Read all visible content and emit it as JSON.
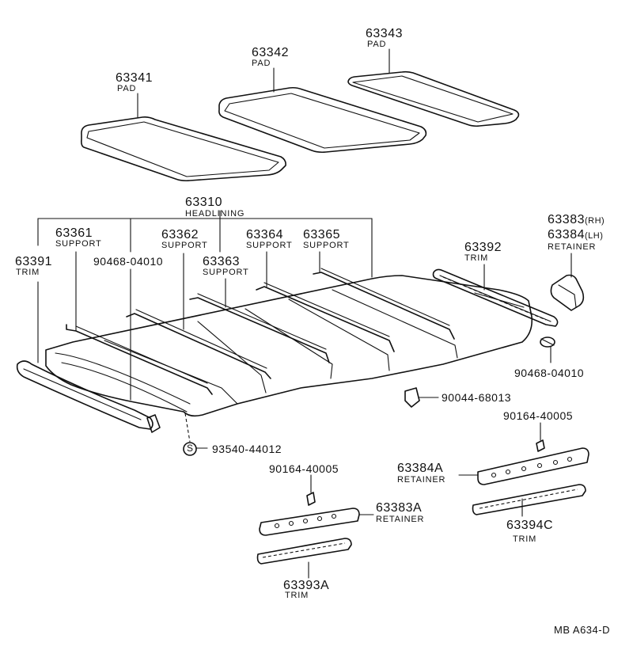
{
  "labels": {
    "headlining": {
      "number": "63310",
      "name": "HEADLINING"
    },
    "pad_63341": {
      "number": "63341",
      "name": "PAD"
    },
    "pad_63342": {
      "number": "63342",
      "name": "PAD"
    },
    "pad_63343": {
      "number": "63343",
      "name": "PAD"
    },
    "support_63361": {
      "number": "63361",
      "name": "SUPPORT"
    },
    "support_63362": {
      "number": "63362",
      "name": "SUPPORT"
    },
    "support_63363": {
      "number": "63363",
      "name": "SUPPORT"
    },
    "support_63364": {
      "number": "63364",
      "name": "SUPPORT"
    },
    "support_63365": {
      "number": "63365",
      "name": "SUPPORT"
    },
    "trim_63391": {
      "number": "63391",
      "name": "TRIM"
    },
    "trim_63392": {
      "number": "63392",
      "name": "TRIM"
    },
    "retainer_6338x": {
      "number_rh": "63383",
      "side_rh": "(RH)",
      "number_lh": "63384",
      "side_lh": "(LH)",
      "name": "RETAINER"
    },
    "clip_left": {
      "number": "90468-04010"
    },
    "clip_right": {
      "number": "90468-04010"
    },
    "clip_90044": {
      "number": "90044-68013"
    },
    "screw_93540": {
      "symbol": "S",
      "number": "93540-44012"
    },
    "screw_right": {
      "number": "90164-40005"
    },
    "screw_left": {
      "number": "90164-40005"
    },
    "retainer_63384A": {
      "number": "63384A",
      "name": "RETAINER"
    },
    "retainer_63383A": {
      "number": "63383A",
      "name": "RETAINER"
    },
    "trim_63394C": {
      "number": "63394C",
      "name": "TRIM"
    },
    "trim_63393A": {
      "number": "63393A",
      "name": "TRIM"
    }
  },
  "reference_code": "MB A634-D"
}
